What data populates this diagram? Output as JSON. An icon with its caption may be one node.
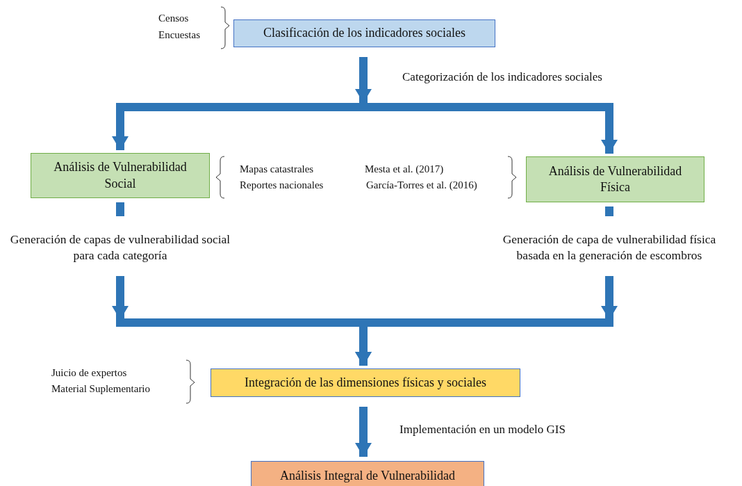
{
  "diagram": {
    "nodes": [
      {
        "text": [
          "Clasificación de los indicadores sociales"
        ],
        "beside": [
          "Censos",
          "Encuestas"
        ]
      },
      {
        "text": [
          "Análisis de Vulnerabilidad Social"
        ]
      },
      {
        "text": [
          "Análisis de Vulnerabilidad Física"
        ]
      },
      {
        "text": [
          "Generación de capas de vulnerabilidad social para cada categoría"
        ]
      },
      {
        "text": [
          "Generación de capa de vulnerabilidad física basada en la generación de escombros"
        ]
      },
      {
        "text": [
          "Integración de las dimensiones físicas y sociales"
        ],
        "beside": [
          "Juicio de expertos",
          "Material Suplementario"
        ]
      },
      {
        "text": [
          "Análisis Integral de Vulnerabilidad"
        ]
      }
    ],
    "edges": [
      {
        "from": 0,
        "to": 1,
        "arrow": "to"
      },
      {
        "from": 0,
        "to": 2,
        "arrow": "to"
      },
      {
        "from": 1,
        "to": 3,
        "arrow": "none"
      },
      {
        "from": 2,
        "to": 4,
        "arrow": "none"
      },
      {
        "from": 3,
        "to": 5,
        "arrow": "to"
      },
      {
        "from": 4,
        "to": 5,
        "arrow": "to"
      },
      {
        "from": 5,
        "to": 6,
        "arrow": "to"
      }
    ],
    "labels": [
      "Categorización de los indicadores sociales",
      "Mapas catastrales",
      "Reportes nacionales",
      "Mesta et al. (2017)",
      "García-Torres et al. (2016)",
      "Implementación en un modelo GIS"
    ]
  }
}
